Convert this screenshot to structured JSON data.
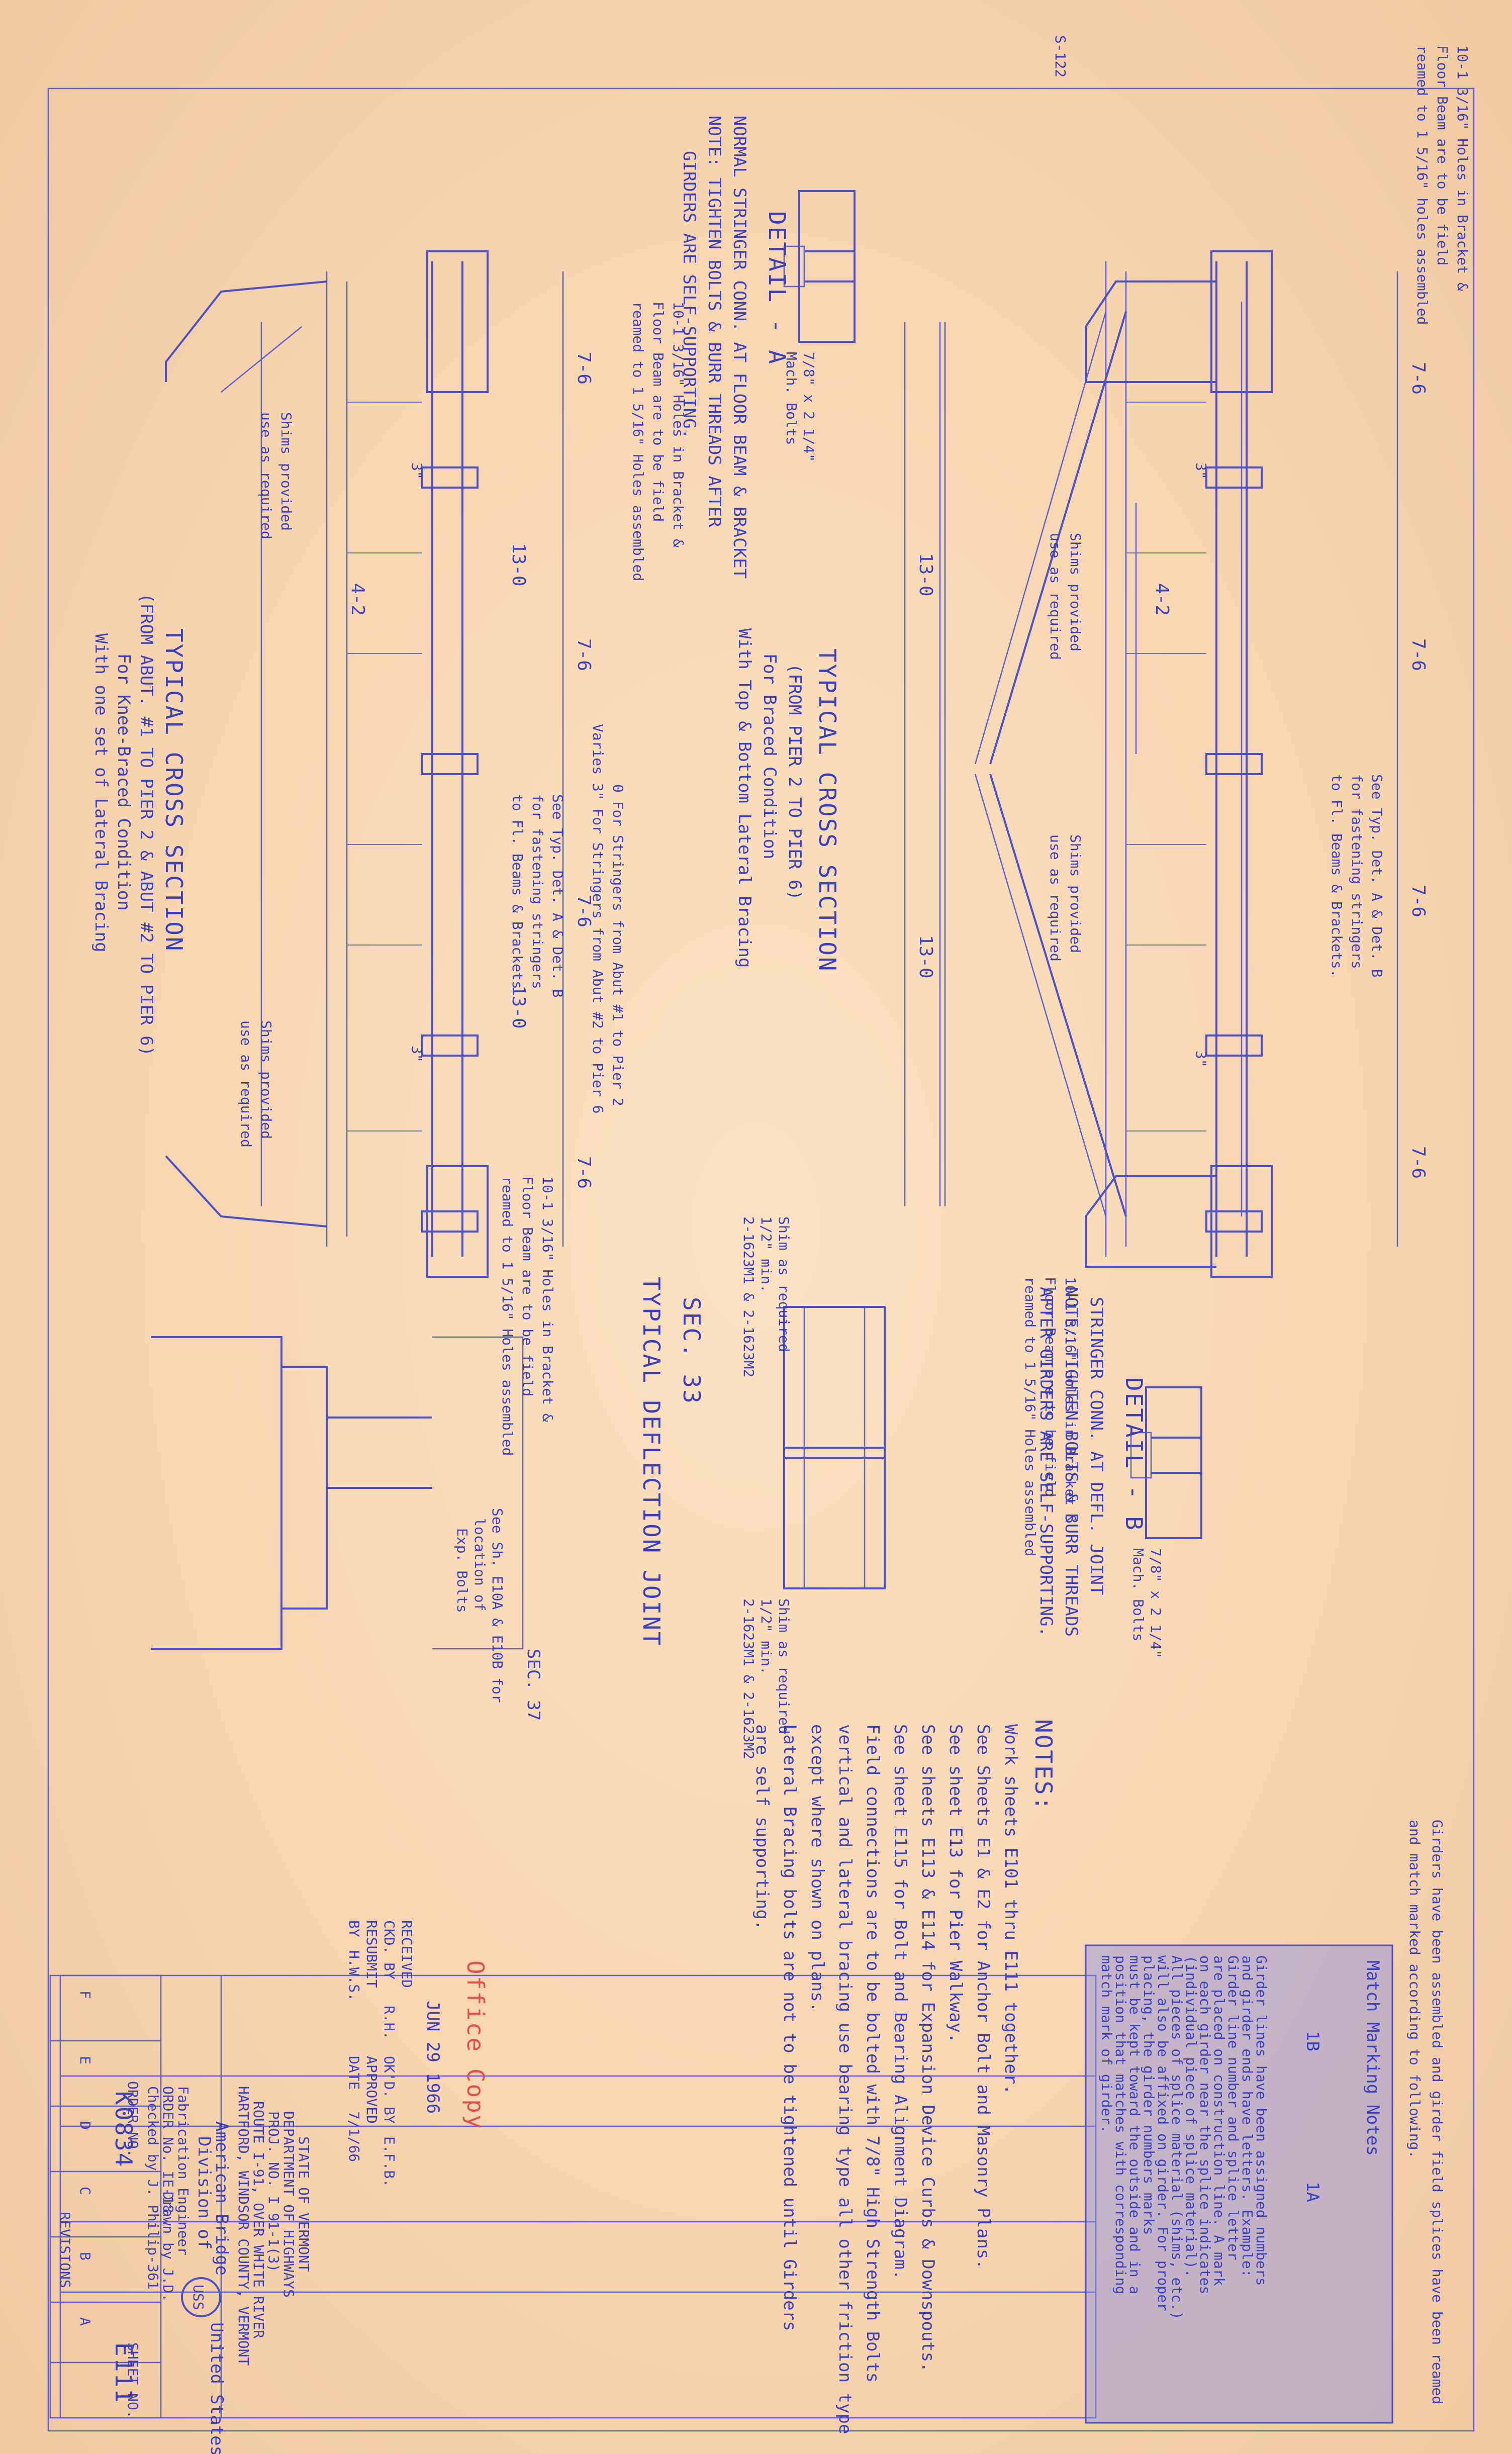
{
  "sheet": {
    "corner_note": "S-122",
    "sheet_no": "E111",
    "drawing_no": "K0834"
  },
  "upper_section": {
    "title": "TYPICAL CROSS SECTION",
    "sub1": "(FROM PIER 2 TO PIER 6)",
    "sub2": "For Braced Condition",
    "sub3": "With Top & Bottom Lateral Bracing",
    "holes_left": [
      "10-1 3/16\" Holes in Bracket &",
      "Floor Beam are to be field",
      "reamed to 1 5/16\" holes assembled"
    ],
    "holes_right": [
      "10-1 3/16\" Holes in Bracket &",
      "Floor Beam are to be field",
      "reamed to 1 5/16\" Holes assembled"
    ],
    "shims_1": [
      "Shims provided",
      "use as required"
    ],
    "shims_2": [
      "Shims provided",
      "use as required"
    ],
    "see_typ": [
      "See Typ. Det. A & Det. B",
      "for fastening stringers",
      "to Fl. Beams & Brackets."
    ],
    "dims": [
      "7-6",
      "7-6",
      "7-6",
      "7-6",
      "4-2",
      "13-0",
      "13-0",
      "3\"",
      "3\""
    ]
  },
  "detail_a": {
    "title": "DETAIL - A",
    "bolts": [
      "7/8\" x 2 1/4\"",
      "Mach. Bolts"
    ],
    "note1": "NORMAL STRINGER CONN. AT FLOOR BEAM & BRACKET",
    "note2": "NOTE: TIGHTEN BOLTS & BURR THREADS AFTER",
    "note3": "GIRDERS ARE SELF-SUPPORTING."
  },
  "lower_section": {
    "title": "TYPICAL CROSS SECTION",
    "sub1": "(FROM ABUT. #1 TO PIER 2 & ABUT #2 TO PIER 6)",
    "sub2": "For Knee-Braced Condition",
    "sub3": "With one set of Lateral Bracing",
    "holes_left": [
      "10-1 3/16\" Holes in Bracket &",
      "Floor Beam are to be field",
      "reamed to 1 5/16\" Holes assembled"
    ],
    "holes_right": [
      "10-1 3/16\" Holes in Bracket &",
      "Floor Beam are to be field",
      "reamed to 1 5/16\" Holes assembled"
    ],
    "shims_1": [
      "Shims provided",
      "use as required"
    ],
    "shims_2": [
      "Shims provided",
      "use as required"
    ],
    "see_typ": [
      "See Typ. Det. A & Det. B",
      "for fastening stringers",
      "to Fl. Beams & Brackets"
    ],
    "varies": [
      "0 For Stringers from Abut #1 to Pier 2",
      "Varies 3\" For Stringers from Abut #2 to Pier 6"
    ],
    "see_sh": [
      "See Sh. E10A & E10B for",
      "location of",
      "Exp. Bolts"
    ],
    "dims": [
      "7-6",
      "7-6",
      "7-6",
      "7-6",
      "4-2",
      "13-0",
      "13-0",
      "3\"",
      "3\""
    ]
  },
  "detail_b": {
    "title": "DETAIL - B",
    "bolts": [
      "7/8\" x 2 1/4\"",
      "Mach. Bolts"
    ],
    "note1": "STRINGER CONN. AT DEFL. JOINT",
    "note2": "NOTE: TIGHTEN BOLTS & BURR THREADS",
    "note3": "AFTER GIRDERS ARE SELF-SUPPORTING."
  },
  "deflection_joint": {
    "title": "TYPICAL DEFLECTION JOINT",
    "sec": "SEC. 33",
    "shim_top": [
      "Shim as required",
      "1/2\" min.",
      "2-1623M1 & 2-1623M2"
    ],
    "shim_bottom": [
      "Shim as required",
      "1/2\" min.",
      "2-1623M1 & 2-1623M2"
    ]
  },
  "sec37": "SEC. 37",
  "notes": {
    "heading": "NOTES:",
    "lines": [
      "Work sheets E101 thru E111 together.",
      "See Sheets E1 & E2 for Anchor Bolt and Masonry Plans.",
      "See sheet E13 for Pier Walkway.",
      "See sheets E113 & E114 for Expansion Device Curbs & Downspouts.",
      "See sheet E115 for Bolt and Bearing Alignment Diagram.",
      "Field connections are to be bolted with 7/8\" High Strength Bolts",
      "vertical and lateral bracing use bearing type all other friction type",
      "except where shown on plans.",
      "Lateral Bracing bolts are not to be tightened until Girders",
      "are self supporting."
    ]
  },
  "stamp_marking": {
    "heading": "Match Marking Notes",
    "handnote": [
      "Girders have been assembled and girder field splices have been reamed",
      "and match marked according to following."
    ],
    "lines": [
      "Girder lines have been assigned numbers",
      "and girder ends have letters. Example:",
      "Girder line number and splice letter",
      "are placed on construction line. A mark",
      "on each girder near the splice indicates",
      "(individual piece of splice material).",
      "All pieces of splice material (shims, etc.)",
      "will also be affixed on girder. For proper",
      "placing, the girder numbers marks",
      "must be kept toward the outside and in a",
      "position that matches with corresponding",
      "match mark of girder."
    ],
    "box_vals": [
      "1B",
      "1A"
    ]
  },
  "title_block": {
    "office_copy": "Office Copy",
    "received_label": "RECEIVED",
    "received_date": "JUN 29 1966",
    "ckd_label": "CKD. BY",
    "ckd_val": "R.H.",
    "okd_label": "OK'D. BY",
    "okd_val": "E.F.B.",
    "resubmit_label": "RESUBMIT",
    "approved_label": "APPROVED",
    "by_label": "BY",
    "by_val": "H.W.S.",
    "date_label": "DATE",
    "date_val": "7/1/66",
    "state": "STATE OF VERMONT",
    "dept": "DEPARTMENT OF HIGHWAYS",
    "proj": "PROJ. NO. I 91-1(3)",
    "route": "ROUTE I-91, OVER WHITE RIVER",
    "town": "HARTFORD, WINDSOR COUNTY, VERMONT",
    "company1": "American Bridge",
    "company2": "Division of",
    "uss": "USS",
    "company3": "United States Steel",
    "fab_line": "Fabrication Engineer",
    "order_line": "ORDER No. IE-18",
    "drawn_line": "Drawn by J.D.",
    "checked_line": "Checked by J. Philip-361",
    "rev_letters": [
      "F",
      "E",
      "D",
      "C",
      "B",
      "A"
    ],
    "rev_header": "REVISIONS",
    "sheet_label": "SHEET NO.",
    "order_label": "ORDER NO."
  }
}
